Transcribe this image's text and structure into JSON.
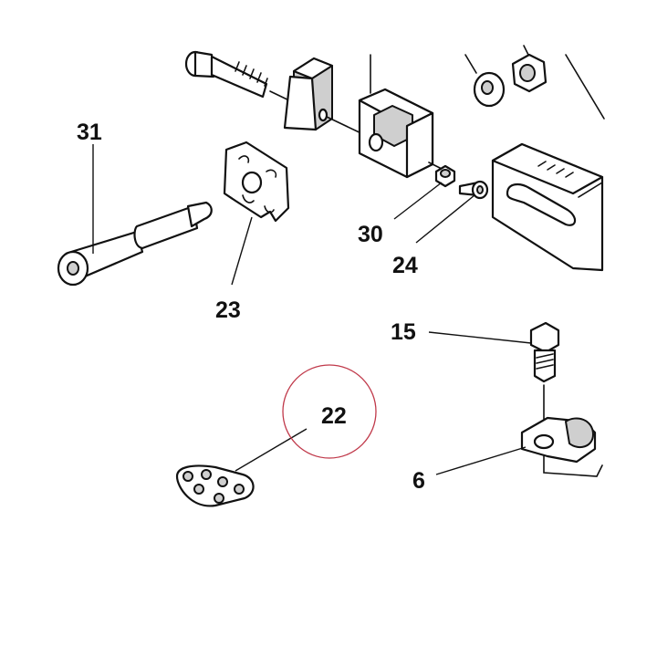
{
  "diagram": {
    "callouts": [
      "31",
      "23",
      "30",
      "24",
      "15",
      "22",
      "6"
    ],
    "highlight_color": "#c0394a",
    "highlighted_part": "22"
  }
}
